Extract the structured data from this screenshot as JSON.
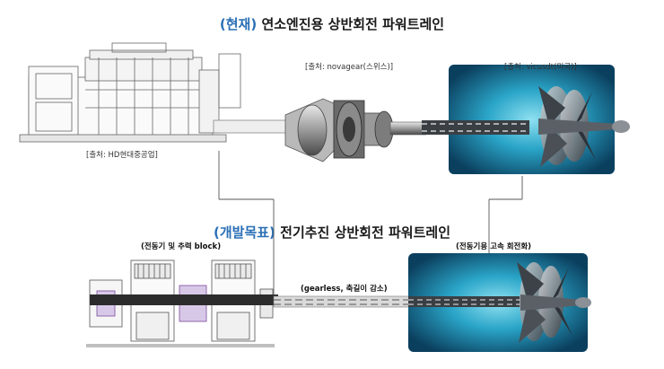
{
  "current": {
    "tag": "(현재)",
    "title": " 연소엔진용 상반회전 파워트레인",
    "source_engine": "[출처: HD현대중공업]",
    "source_gear": "[출처: novagear(스위스)]",
    "source_propeller": "[출처: vicusdt(미국)]"
  },
  "target": {
    "tag": "(개발목표)",
    "title": " 전기추진 상반회전 파워트레인",
    "label_motor": "(전동기 및 추력 block)",
    "label_shaft": "(gearless, 축길이 감소)",
    "label_propeller": "(전동기용 고속 회전화)"
  },
  "colors": {
    "accent": "#2a6fb5",
    "water": "#1a8fb3",
    "line": "#555555"
  }
}
